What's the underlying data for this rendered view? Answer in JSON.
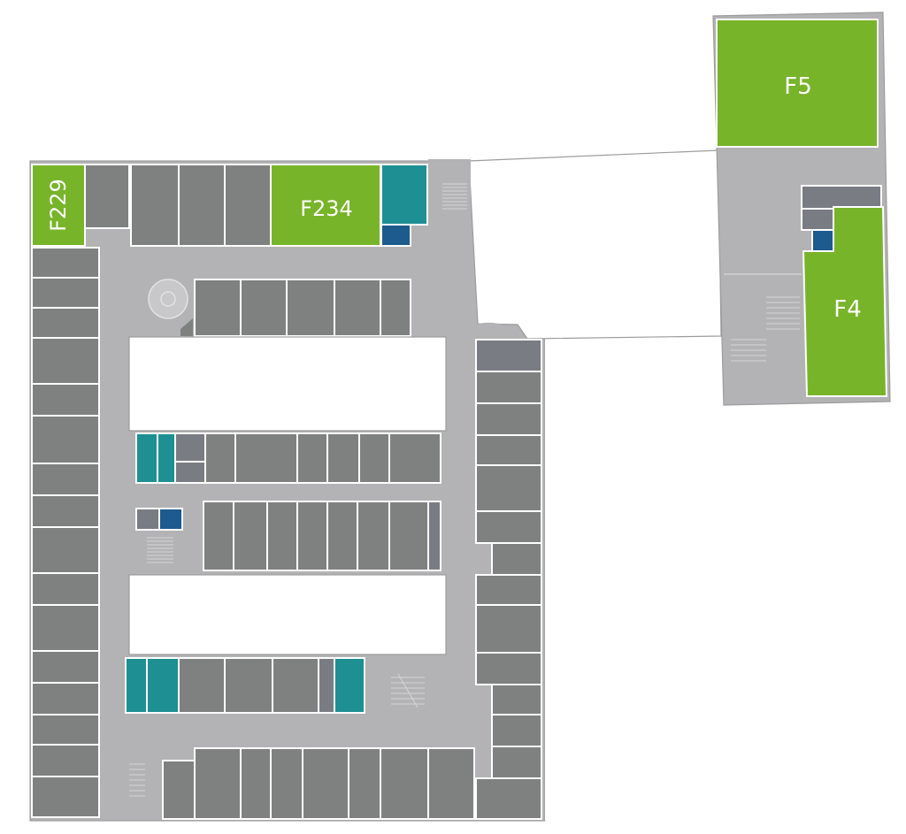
{
  "floorplan": {
    "colors": {
      "background": "#ffffff",
      "outline": "#9c9c9c",
      "corridor": "#b3b3b5",
      "room": "#7f8080",
      "room_light": "#7a7c84",
      "highlight": "#78b42a",
      "teal": "#1e8f93",
      "blue": "#1d5a8e",
      "void": "#ffffff"
    },
    "highlighted_rooms": [
      {
        "id": "F229",
        "label": "F229",
        "color": "#78b42a"
      },
      {
        "id": "F234",
        "label": "F234",
        "color": "#78b42a"
      },
      {
        "id": "F5",
        "label": "F5",
        "color": "#78b42a"
      },
      {
        "id": "F4",
        "label": "F4",
        "color": "#78b42a"
      }
    ]
  }
}
